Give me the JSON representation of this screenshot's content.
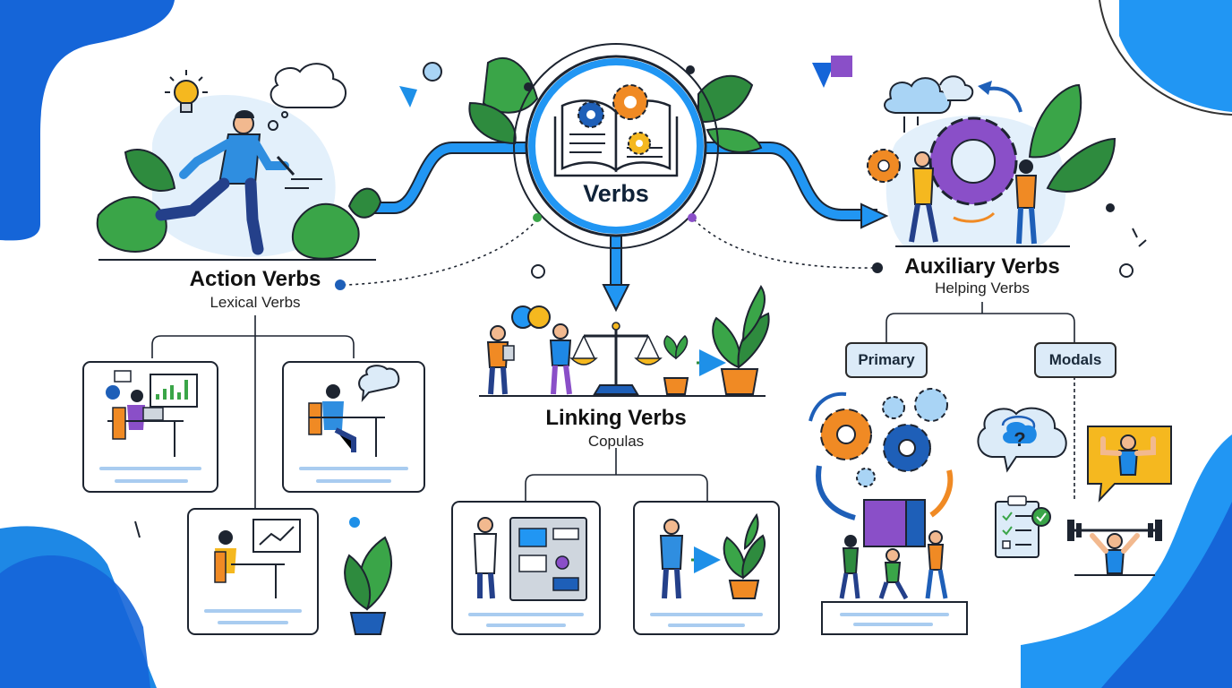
{
  "center": {
    "title": "Verbs",
    "icon": "open-book-gears-icon"
  },
  "action": {
    "title": "Action Verbs",
    "subtitle": "Lexical Verbs"
  },
  "linking": {
    "title": "Linking Verbs",
    "subtitle": "Copulas"
  },
  "auxiliary": {
    "title": "Auxiliary Verbs",
    "subtitle": "Helping Verbs",
    "primary_label": "Primary",
    "modals_label": "Modals"
  },
  "colors": {
    "accent_blue": "#1e90e8",
    "corner_blue": "#1565d8",
    "leaf_green": "#3aa548",
    "gear_orange": "#f08a24",
    "gear_purple": "#8a4fc8",
    "outline": "#1d2430",
    "pill_fill": "#dcebf8"
  }
}
